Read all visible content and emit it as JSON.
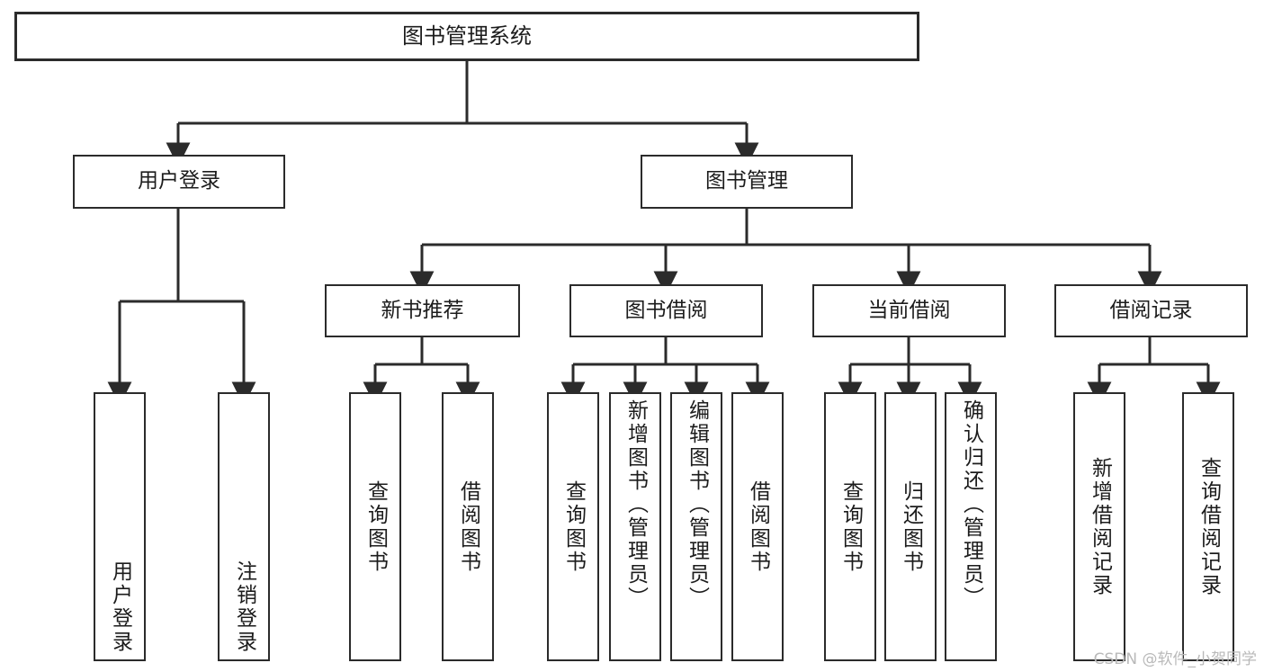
{
  "diagram": {
    "title": "图书管理系统",
    "type": "hierarchy-tree",
    "watermark": "CSDN @软件_小贺同学",
    "colors": {
      "box_border": "#2b2b2b",
      "box_fill": "#ffffff",
      "connector": "#2b2b2b",
      "text": "#1c1c1c",
      "watermark": "#b9b9b9"
    },
    "nodes": {
      "root": {
        "label": "图书管理系统"
      },
      "level1": [
        {
          "label": "用户登录"
        },
        {
          "label": "图书管理"
        }
      ],
      "level2": [
        {
          "label": "新书推荐"
        },
        {
          "label": "图书借阅"
        },
        {
          "label": "当前借阅"
        },
        {
          "label": "借阅记录"
        }
      ],
      "leaves_user_login": [
        {
          "label": "用户登录"
        },
        {
          "label": "注销登录"
        }
      ],
      "leaves_new_books": [
        {
          "label": "查询图书"
        },
        {
          "label": "借阅图书"
        }
      ],
      "leaves_borrow": [
        {
          "label": "查询图书"
        },
        {
          "label": "新增图书（管理员）"
        },
        {
          "label": "编辑图书（管理员）"
        },
        {
          "label": "借阅图书"
        }
      ],
      "leaves_current": [
        {
          "label": "查询图书"
        },
        {
          "label": "归还图书"
        },
        {
          "label": "确认归还（管理员）"
        }
      ],
      "leaves_records": [
        {
          "label": "新增借阅记录"
        },
        {
          "label": "查询借阅记录"
        }
      ]
    }
  }
}
